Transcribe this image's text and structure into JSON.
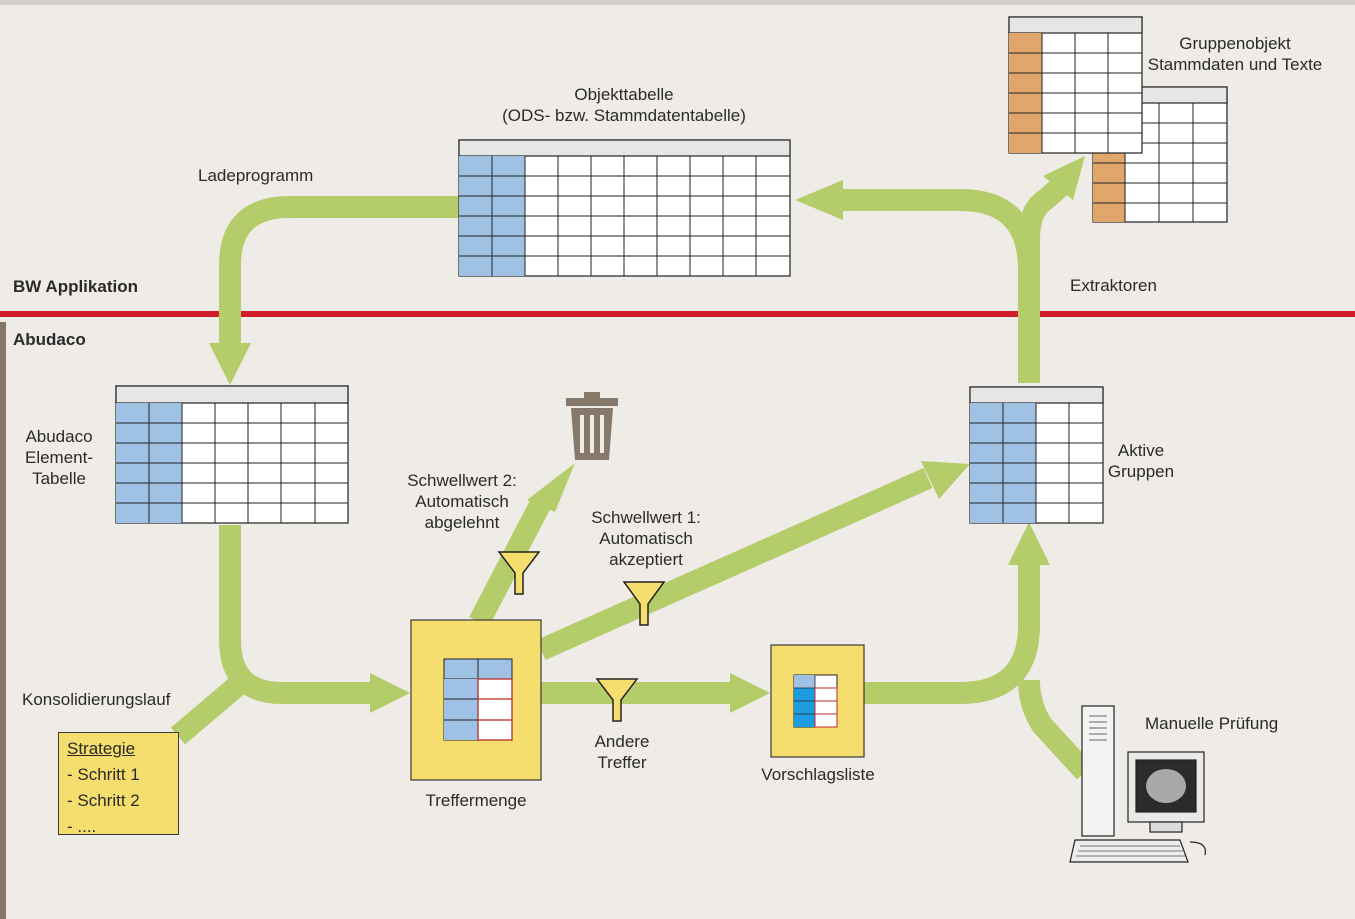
{
  "sections": {
    "upper": "BW Applikation",
    "lower": "Abudaco"
  },
  "labels": {
    "ladeprogramm": "Ladeprogramm",
    "objekttabelle_line1": "Objekttabelle",
    "objekttabelle_line2": "(ODS- bzw. Stammdatentabelle)",
    "gruppenobjekt_line1": "Gruppenobjekt",
    "gruppenobjekt_line2": "Stammdaten und Texte",
    "extraktoren": "Extraktoren",
    "element_tabelle_line1": "Abudaco",
    "element_tabelle_line2": "Element-",
    "element_tabelle_line3": "Tabelle",
    "schwellwert2_line1": "Schwellwert 2:",
    "schwellwert2_line2": "Automatisch",
    "schwellwert2_line3": "abgelehnt",
    "schwellwert1_line1": "Schwellwert 1:",
    "schwellwert1_line2": "Automatisch",
    "schwellwert1_line3": "akzeptiert",
    "aktive_line1": "Aktive",
    "aktive_line2": "Gruppen",
    "konsolidierungslauf": "Konsolidierungslauf",
    "andere_line1": "Andere",
    "andere_line2": "Treffer",
    "treffermenge": "Treffermenge",
    "vorschlagsliste": "Vorschlagsliste",
    "manuelle_pruefung": "Manuelle Prüfung"
  },
  "strategy": {
    "title": "Strategie",
    "steps": [
      "- Schritt 1",
      "- Schritt 2",
      "- ...."
    ]
  },
  "colors": {
    "background": "#efece7",
    "flow_arrow": "#b5cc6b",
    "divider": "#d11f2a",
    "key_column": "#9ec1e4",
    "group_key_column": "#e0a66c",
    "box_yellow": "#f5de6e",
    "trash": "#86796c"
  }
}
